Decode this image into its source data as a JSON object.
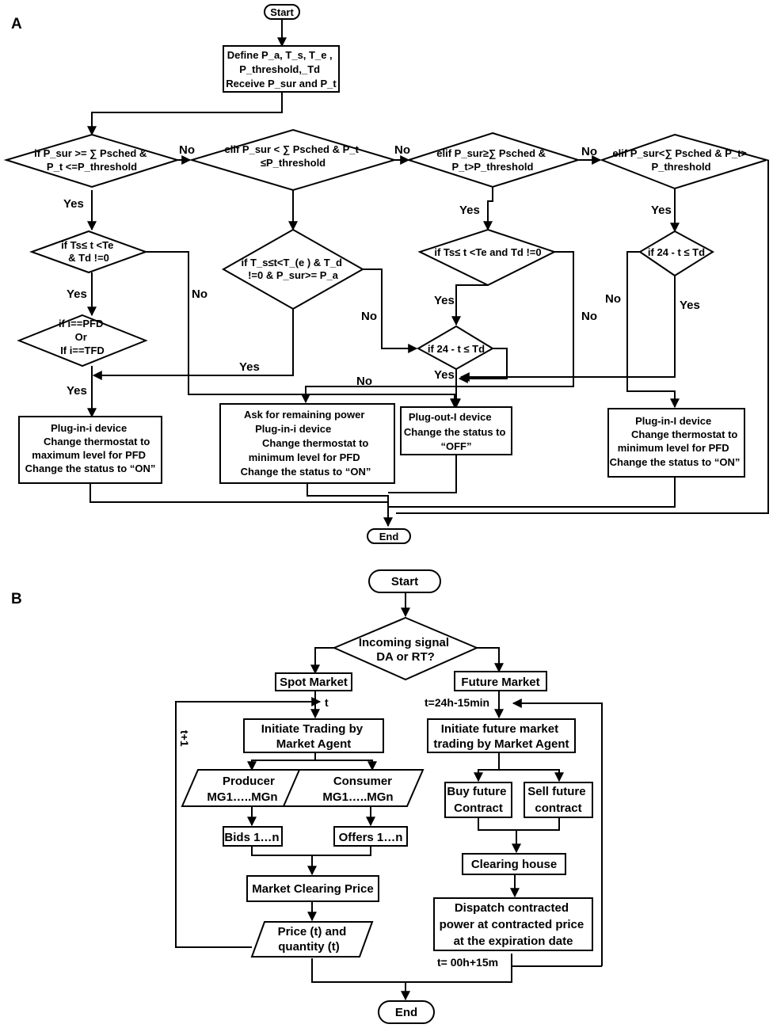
{
  "panels": {
    "a": {
      "label": "A",
      "start": "Start",
      "end": "End",
      "define": [
        "Define P_a, T_s, T_e ,",
        "P_threshold,_Td",
        "Receive P_sur and P_t"
      ],
      "dec1": [
        "if P_sur  >= ∑ Psched &",
        "P_t  <=P_threshold"
      ],
      "dec2": [
        "elif P_sur  < ∑ Psched & P_t",
        "≤P_threshold"
      ],
      "dec3": [
        "elif P_sur≥∑ Psched &",
        "P_t>P_threshold"
      ],
      "dec4": [
        "elif P_sur<∑ Psched & P_t>",
        "P_threshold"
      ],
      "dec5": [
        "if Ts≤ t <Te",
        "& Td  !=0"
      ],
      "dec6": [
        "if T_s≤t<T_(e ) & T_d",
        "!=0 & P_sur>= P_a"
      ],
      "dec7": [
        "if Ts≤ t <Te  and Td  !=0"
      ],
      "dec8": [
        "if 24 - t ≤ Td"
      ],
      "dec9": [
        "if i==PFD",
        "Or",
        "If i==TFD"
      ],
      "dec10": [
        "if 24 - t ≤ Td"
      ],
      "proc1": [
        "Plug-in-i device",
        "Change thermostat to",
        "maximum level for PFD",
        "Change the status to “ON”"
      ],
      "proc2": [
        "Ask for remaining power",
        "Plug-in-i device",
        "Change thermostat to",
        "minimum level for PFD",
        "Change the status to “ON”"
      ],
      "proc3": [
        "Plug-out-I device",
        "Change the status to",
        "“OFF”"
      ],
      "proc4": [
        "Plug-in-I device",
        "Change thermostat to",
        "minimum level for PFD",
        "Change the status to “ON”"
      ],
      "edge_labels": {
        "no1": "No",
        "no2": "No",
        "no3": "No",
        "yes1": "Yes",
        "yes2": "Yes",
        "yes3": "Yes",
        "yes4": "Yes",
        "yes5": "Yes",
        "yes6": "Yes",
        "yes7": "Yes",
        "yes8": "Yes",
        "no4": "No",
        "no5": "No",
        "no6": "No",
        "no7": "No",
        "no8": "No"
      }
    },
    "b": {
      "label": "B",
      "start": "Start",
      "end": "End",
      "decision": [
        "Incoming signal",
        "DA or RT?"
      ],
      "spot": "Spot Market",
      "future": "Future Market",
      "t_label": "t",
      "t_plus": "t+1",
      "t_future": "t=24h-15min",
      "t_end": "t= 00h+15m",
      "initiate_spot": [
        "Initiate Trading by",
        "Market Agent"
      ],
      "initiate_future": [
        "Initiate future market",
        "trading by Market Agent"
      ],
      "producer": [
        "Producer",
        "MG1…..MGn"
      ],
      "consumer": [
        "Consumer",
        "MG1…..MGn"
      ],
      "bids": "Bids 1…n",
      "offers": "Offers 1…n",
      "clearing_price": "Market Clearing Price",
      "price_qty": [
        "Price (t) and",
        "quantity (t)"
      ],
      "buy": [
        "Buy future",
        "Contract"
      ],
      "sell": [
        "Sell future",
        "contract"
      ],
      "clearing_house": "Clearing house",
      "dispatch": [
        "Dispatch contracted",
        "power at contracted price",
        "at the expiration date"
      ]
    }
  }
}
